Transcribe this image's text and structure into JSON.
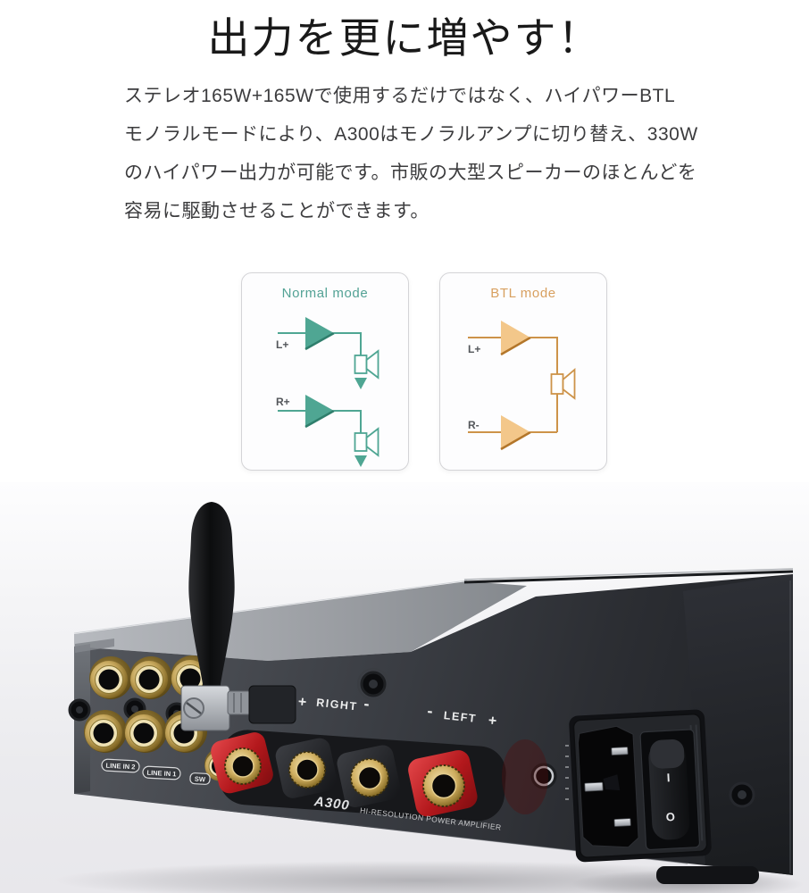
{
  "header": {
    "title": "出力を更に増やす！"
  },
  "description": {
    "lines": [
      "ステレオ165W+165Wで使用するだけではなく、ハイパワーBTL",
      "モノラルモードにより、A300はモノラルアンプに切り替え、330W",
      "のハイパワー出力が可能です。市販の大型スピーカーのほとんどを",
      "容易に駆動させることができます。"
    ]
  },
  "mode_diagrams": {
    "normal": {
      "title": "Normal mode",
      "accent_color": "#4FA693",
      "input_top": "L+",
      "input_bottom": "R+"
    },
    "btl": {
      "title": "BTL mode",
      "accent_color": "#D8A060",
      "input_top": "L+",
      "input_bottom": "R-"
    }
  },
  "rear_panel": {
    "input_labels": {
      "line_in_2": "LINE IN 2",
      "line_in_1": "LINE IN 1",
      "sw": "SW"
    },
    "speaker_terminals": {
      "right_plus": "+",
      "right": "RIGHT",
      "right_minus": "-",
      "left_minus": "-",
      "left": "LEFT",
      "left_plus": "+"
    },
    "model": "A300",
    "tagline": "HI-RESOLUTION POWER AMPLIFIER",
    "power_switch": {
      "on": "I",
      "off": "O"
    }
  }
}
